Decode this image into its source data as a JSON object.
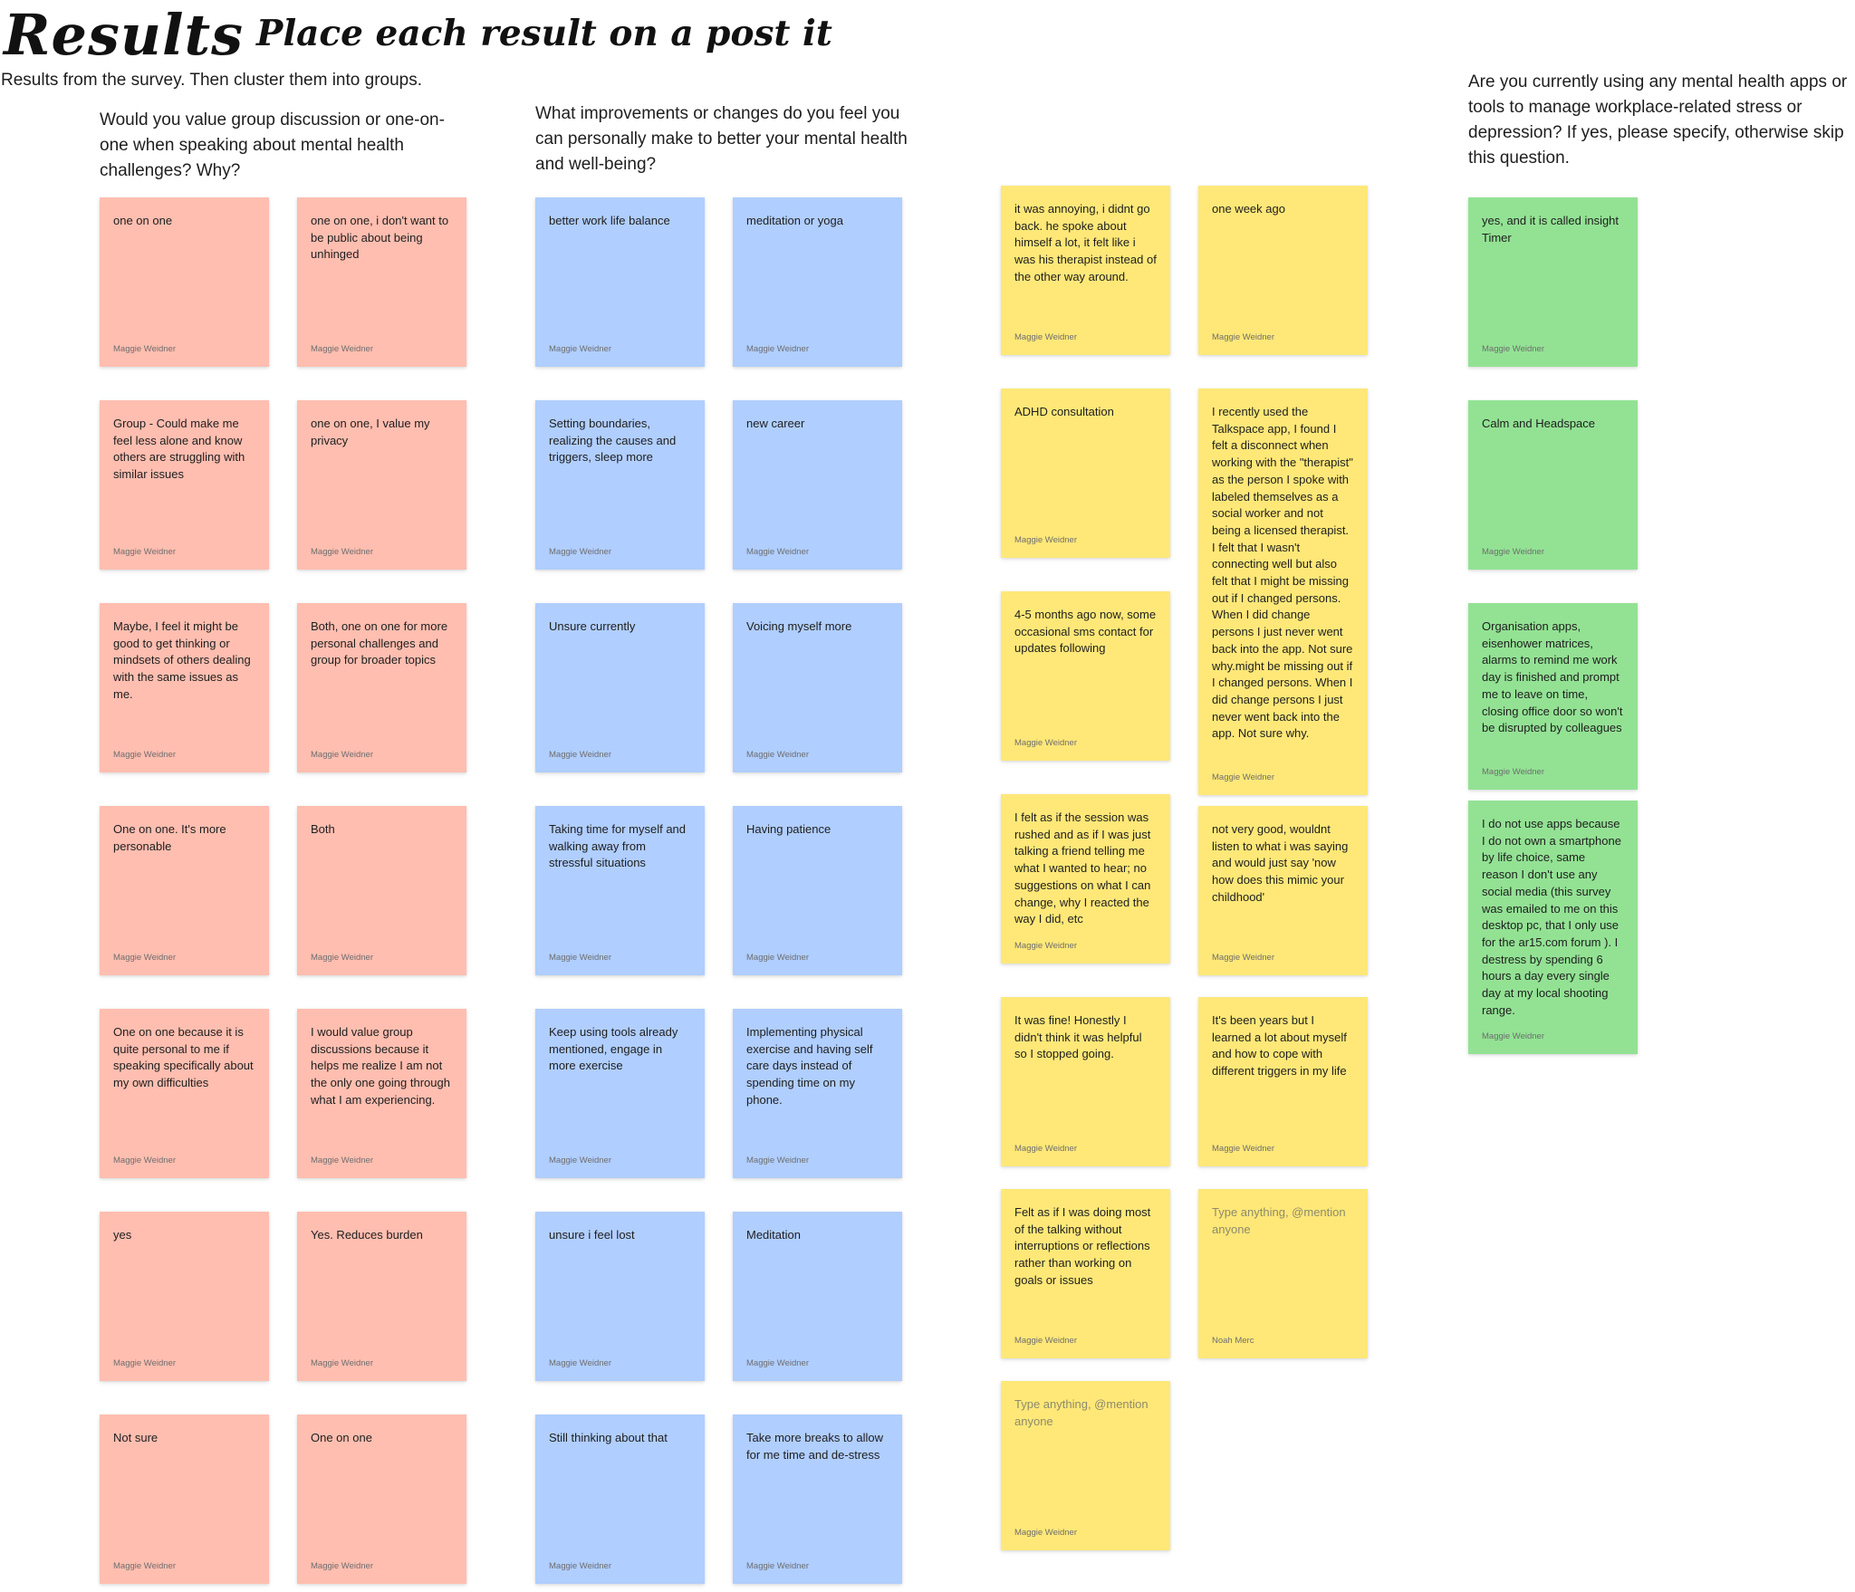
{
  "board": {
    "title": "Results",
    "subtitle": "Place each result on a post it",
    "intro": "Results from the survey. Then cluster them into groups."
  },
  "questions": {
    "group_discussion": "Would you value group discussion or one-on-one when speaking about mental health challenges? Why?",
    "improvements": "What improvements or changes do you feel you can personally make to better your mental health and well-being?",
    "apps": "Are you currently using any mental health apps or tools to manage workplace-related stress or depression? If yes, please specify, otherwise skip this question."
  },
  "colors": {
    "red": "#ffbeb0",
    "blue": "#b0ceff",
    "yellow": "#ffe878",
    "green": "#93e294"
  },
  "stickies": {
    "red": [
      {
        "text": "one on one",
        "author": "Maggie Weidner"
      },
      {
        "text": "one on one, i don't want to be public about being unhinged",
        "author": "Maggie Weidner"
      },
      {
        "text": "Group - Could make me feel less alone and know others are struggling with similar issues",
        "author": "Maggie Weidner"
      },
      {
        "text": "one on one, I value my privacy",
        "author": "Maggie Weidner"
      },
      {
        "text": "Maybe, I feel it might be good to get thinking or mindsets of others dealing with the same issues as me.",
        "author": "Maggie Weidner"
      },
      {
        "text": "Both, one on one for more personal challenges and group for broader topics",
        "author": "Maggie Weidner"
      },
      {
        "text": "One on one. It's more personable",
        "author": "Maggie Weidner"
      },
      {
        "text": "Both",
        "author": "Maggie Weidner"
      },
      {
        "text": "One on one because it is quite personal to me if speaking specifically about my own difficulties",
        "author": "Maggie Weidner"
      },
      {
        "text": "I would value group discussions because it helps me realize I am not the only one going through what I am experiencing.",
        "author": "Maggie Weidner"
      },
      {
        "text": "yes",
        "author": "Maggie Weidner"
      },
      {
        "text": "Yes. Reduces burden",
        "author": "Maggie Weidner"
      },
      {
        "text": "Not sure",
        "author": "Maggie Weidner"
      },
      {
        "text": "One on one",
        "author": "Maggie Weidner"
      }
    ],
    "blue": [
      {
        "text": "better work life balance",
        "author": "Maggie Weidner"
      },
      {
        "text": "meditation or yoga",
        "author": "Maggie Weidner"
      },
      {
        "text": "Setting boundaries, realizing the causes and triggers, sleep more",
        "author": "Maggie Weidner"
      },
      {
        "text": "new career",
        "author": "Maggie Weidner"
      },
      {
        "text": "Unsure currently",
        "author": "Maggie Weidner"
      },
      {
        "text": "Voicing myself more",
        "author": "Maggie Weidner"
      },
      {
        "text": "Taking time for myself and walking away from stressful situations",
        "author": "Maggie Weidner"
      },
      {
        "text": "Having patience",
        "author": "Maggie Weidner"
      },
      {
        "text": "Keep using tools already mentioned, engage in more exercise",
        "author": "Maggie Weidner"
      },
      {
        "text": "Implementing physical exercise and having self care days instead of spending time on my phone.",
        "author": "Maggie Weidner"
      },
      {
        "text": "unsure i feel lost",
        "author": "Maggie Weidner"
      },
      {
        "text": "Meditation",
        "author": "Maggie Weidner"
      },
      {
        "text": "Still thinking about that",
        "author": "Maggie Weidner"
      },
      {
        "text": "Take more breaks to allow for me time and de-stress",
        "author": "Maggie Weidner"
      }
    ],
    "yellow": [
      {
        "text": "it was annoying, i didnt go back. he spoke about himself a lot, it felt like i was his therapist instead of the other way around.",
        "author": "Maggie Weidner"
      },
      {
        "text": "one week ago",
        "author": "Maggie Weidner"
      },
      {
        "text": "ADHD consultation",
        "author": "Maggie Weidner"
      },
      {
        "text": "I recently used the Talkspace app, I found I felt a disconnect when working with the \"therapist\" as the person I spoke with labeled themselves as a social worker and not being a licensed therapist. I felt that I wasn't connecting well but also felt that I might be missing out if I changed persons. When I did change persons I just never went back into the app. Not sure why.might be missing out if I changed persons. When I did change persons I just never went back into the app. Not sure why.",
        "author": "Maggie Weidner"
      },
      {
        "text": "4-5 months ago now, some occasional sms contact for updates following",
        "author": "Maggie Weidner"
      },
      {
        "text": "I felt as if the session was rushed and as if I was just talking a friend telling me what I wanted to hear; no suggestions on what I can change, why I reacted the way I did, etc",
        "author": "Maggie Weidner"
      },
      {
        "text": "not very good, wouldnt listen to what i was saying and would just say 'now how does this mimic your childhood'",
        "author": "Maggie Weidner"
      },
      {
        "text": "It was fine! Honestly I didn't think it was helpful so I stopped going.",
        "author": "Maggie Weidner"
      },
      {
        "text": "It's been years but I learned a lot about myself and how to cope with different triggers in my life",
        "author": "Maggie Weidner"
      },
      {
        "text": "Felt as if I was doing most of the talking without interruptions or reflections rather than working on goals or issues",
        "author": "Maggie Weidner"
      },
      {
        "text": "Type anything, @mention anyone",
        "author": "Noah Merc"
      },
      {
        "text": "Type anything, @mention anyone",
        "author": "Maggie Weidner"
      }
    ],
    "green": [
      {
        "text": "yes, and it is called insight Timer",
        "author": "Maggie Weidner"
      },
      {
        "text": "Calm and Headspace",
        "author": "Maggie Weidner"
      },
      {
        "text": "Organisation apps, eisenhower matrices, alarms to remind me work day is finished and prompt me to leave on time, closing office door so won't be disrupted by colleagues",
        "author": "Maggie Weidner"
      },
      {
        "text": "I do not use apps because I do not own a smartphone by life choice, same reason I don't use any social media (this survey was emailed to me on this desktop pc, that I only use for the ar15.com forum ). I destress by spending 6 hours a day every single day at my local shooting range.",
        "author": "Maggie Weidner"
      }
    ]
  }
}
